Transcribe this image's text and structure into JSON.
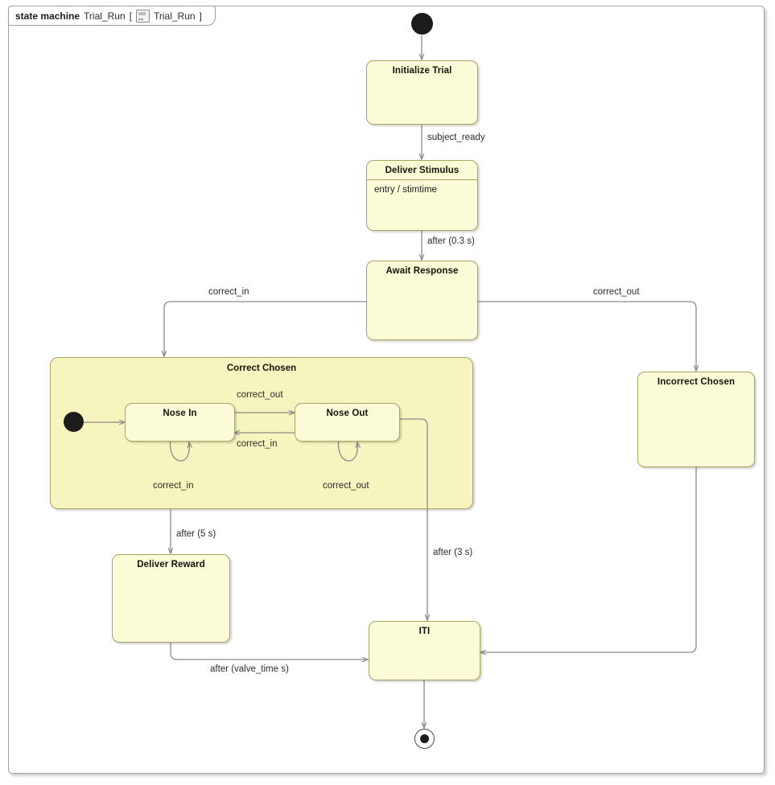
{
  "frame": {
    "kind": "state machine",
    "name": "Trial_Run",
    "bracket_open": "[",
    "bracket_close": "]",
    "diagram_name": "Trial_Run",
    "icon": "state-machine-diagram-icon"
  },
  "colors": {
    "state_fill": "#fbfbd8",
    "composite_fill": "#f7f5bf",
    "state_border": "#a8a464",
    "edge": "#8a8a8a",
    "frame_border": "#9e9e9e",
    "node_fill": "#1c1c1c",
    "canvas": "#ffffff"
  },
  "nodes": {
    "initial": {
      "name": "initial-pseudostate"
    },
    "final": {
      "name": "final-state"
    },
    "composite_initial": {
      "name": "composite-initial-pseudostate"
    }
  },
  "states": [
    {
      "id": "initialize_trial",
      "label": "Initialize Trial",
      "compartment": null
    },
    {
      "id": "deliver_stimulus",
      "label": "Deliver Stimulus",
      "compartment": "entry / stimtime"
    },
    {
      "id": "await_response",
      "label": "Await Response",
      "compartment": null
    },
    {
      "id": "correct_chosen",
      "label": "Correct Chosen",
      "compartment": null
    },
    {
      "id": "incorrect_chosen",
      "label": "Incorrect Chosen",
      "compartment": null
    },
    {
      "id": "nose_in",
      "label": "Nose In",
      "compartment": null
    },
    {
      "id": "nose_out",
      "label": "Nose Out",
      "compartment": null
    },
    {
      "id": "deliver_reward",
      "label": "Deliver Reward",
      "compartment": null
    },
    {
      "id": "iti",
      "label": "ITI",
      "compartment": null
    }
  ],
  "transitions": [
    {
      "id": "t1",
      "from": "initial",
      "to": "initialize_trial",
      "label": ""
    },
    {
      "id": "t2",
      "from": "initialize_trial",
      "to": "deliver_stimulus",
      "label": "subject_ready"
    },
    {
      "id": "t3",
      "from": "deliver_stimulus",
      "to": "await_response",
      "label": "after (0.3 s)"
    },
    {
      "id": "t4",
      "from": "await_response",
      "to": "correct_chosen",
      "label": "correct_in"
    },
    {
      "id": "t5",
      "from": "await_response",
      "to": "incorrect_chosen",
      "label": "correct_out"
    },
    {
      "id": "t6",
      "from": "composite_initial",
      "to": "nose_in",
      "label": ""
    },
    {
      "id": "t7",
      "from": "nose_in",
      "to": "nose_out",
      "label": "correct_out"
    },
    {
      "id": "t8",
      "from": "nose_out",
      "to": "nose_in",
      "label": "correct_in"
    },
    {
      "id": "t9",
      "from": "nose_in",
      "to": "nose_in",
      "label": "correct_in"
    },
    {
      "id": "t10",
      "from": "nose_out",
      "to": "nose_out",
      "label": "correct_out"
    },
    {
      "id": "t11",
      "from": "correct_chosen",
      "to": "deliver_reward",
      "label": "after (5 s)"
    },
    {
      "id": "t12",
      "from": "nose_out",
      "to": "iti",
      "label": "after (3 s)"
    },
    {
      "id": "t13",
      "from": "deliver_reward",
      "to": "iti",
      "label": "after (valve_time s)"
    },
    {
      "id": "t14",
      "from": "incorrect_chosen",
      "to": "iti",
      "label": ""
    },
    {
      "id": "t15",
      "from": "iti",
      "to": "final",
      "label": ""
    }
  ]
}
